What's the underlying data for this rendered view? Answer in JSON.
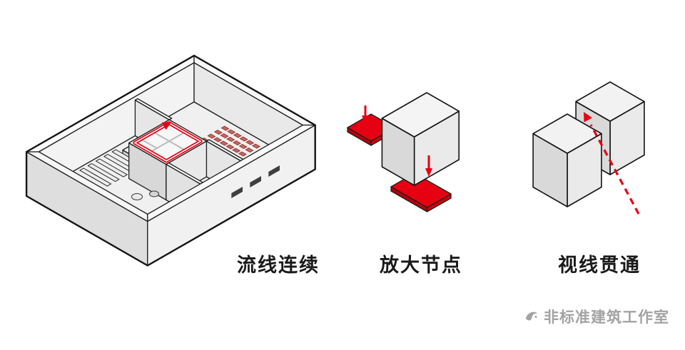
{
  "page": {
    "background": "#ffffff"
  },
  "colors": {
    "accent_red": "#e60012",
    "watermark_gray": "#a3a3a3",
    "outline_black": "#141414"
  },
  "labels": {
    "circulation": "流线连续",
    "nodes": "放大节点",
    "sightline": "视线贯通"
  },
  "watermark": {
    "text": "非标准建筑工作室"
  }
}
